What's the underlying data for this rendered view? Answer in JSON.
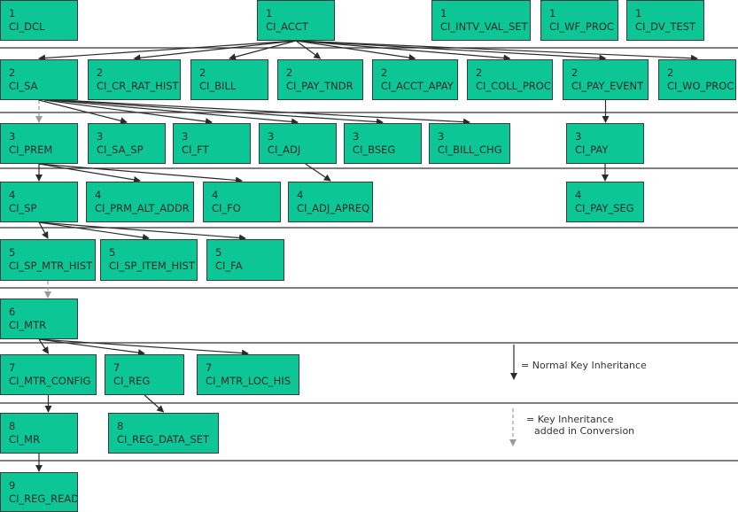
{
  "tables": [
    {
      "id": "dcl",
      "level": "1",
      "name": "CI_DCL"
    },
    {
      "id": "acct",
      "level": "1",
      "name": "CI_ACCT"
    },
    {
      "id": "intv",
      "level": "1",
      "name": "CI_INTV_VAL_SET"
    },
    {
      "id": "wfproc",
      "level": "1",
      "name": "CI_WF_PROC"
    },
    {
      "id": "dvtest",
      "level": "1",
      "name": "CI_DV_TEST"
    },
    {
      "id": "sa",
      "level": "2",
      "name": "CI_SA"
    },
    {
      "id": "crrat",
      "level": "2",
      "name": "CI_CR_RAT_HIST"
    },
    {
      "id": "bill",
      "level": "2",
      "name": "CI_BILL"
    },
    {
      "id": "paytndr",
      "level": "2",
      "name": "CI_PAY_TNDR"
    },
    {
      "id": "acctapay",
      "level": "2",
      "name": "CI_ACCT_APAY"
    },
    {
      "id": "collproc",
      "level": "2",
      "name": "CI_COLL_PROC"
    },
    {
      "id": "payevent",
      "level": "2",
      "name": "CI_PAY_EVENT"
    },
    {
      "id": "woproc",
      "level": "2",
      "name": "CI_WO_PROC"
    },
    {
      "id": "prem",
      "level": "3",
      "name": "CI_PREM"
    },
    {
      "id": "sasp",
      "level": "3",
      "name": "CI_SA_SP"
    },
    {
      "id": "ft",
      "level": "3",
      "name": "CI_FT"
    },
    {
      "id": "adj",
      "level": "3",
      "name": "CI_ADJ"
    },
    {
      "id": "bseg",
      "level": "3",
      "name": "CI_BSEG"
    },
    {
      "id": "billchg",
      "level": "3",
      "name": "CI_BILL_CHG"
    },
    {
      "id": "pay",
      "level": "3",
      "name": "CI_PAY"
    },
    {
      "id": "sp",
      "level": "4",
      "name": "CI_SP"
    },
    {
      "id": "prmalt",
      "level": "4",
      "name": "CI_PRM_ALT_ADDR"
    },
    {
      "id": "fo",
      "level": "4",
      "name": "CI_FO"
    },
    {
      "id": "adjapreq",
      "level": "4",
      "name": "CI_ADJ_APREQ"
    },
    {
      "id": "payseg",
      "level": "4",
      "name": "CI_PAY_SEG"
    },
    {
      "id": "spmtr",
      "level": "5",
      "name": "CI_SP_MTR_HIST"
    },
    {
      "id": "spitem",
      "level": "5",
      "name": "CI_SP_ITEM_HIST"
    },
    {
      "id": "fa",
      "level": "5",
      "name": "CI_FA"
    },
    {
      "id": "mtr",
      "level": "6",
      "name": "CI_MTR"
    },
    {
      "id": "mtrcfg",
      "level": "7",
      "name": "CI_MTR_CONFIG"
    },
    {
      "id": "reg",
      "level": "7",
      "name": "CI_REG"
    },
    {
      "id": "mtrloc",
      "level": "7",
      "name": "CI_MTR_LOC_HIS"
    },
    {
      "id": "mr",
      "level": "8",
      "name": "CI_MR"
    },
    {
      "id": "regdata",
      "level": "8",
      "name": "CI_REG_DATA_SET"
    },
    {
      "id": "regread",
      "level": "9",
      "name": "CI_REG_READ"
    }
  ],
  "edges": [
    {
      "from": "acct",
      "to": "sa",
      "type": "normal"
    },
    {
      "from": "acct",
      "to": "crrat",
      "type": "normal"
    },
    {
      "from": "acct",
      "to": "bill",
      "type": "normal"
    },
    {
      "from": "acct",
      "to": "paytndr",
      "type": "normal"
    },
    {
      "from": "acct",
      "to": "acctapay",
      "type": "normal"
    },
    {
      "from": "acct",
      "to": "collproc",
      "type": "normal"
    },
    {
      "from": "acct",
      "to": "payevent",
      "type": "normal"
    },
    {
      "from": "acct",
      "to": "woproc",
      "type": "normal"
    },
    {
      "from": "sa",
      "to": "prem",
      "type": "conversion"
    },
    {
      "from": "sa",
      "to": "sasp",
      "type": "normal"
    },
    {
      "from": "sa",
      "to": "ft",
      "type": "normal"
    },
    {
      "from": "sa",
      "to": "adj",
      "type": "normal"
    },
    {
      "from": "sa",
      "to": "bseg",
      "type": "normal"
    },
    {
      "from": "sa",
      "to": "billchg",
      "type": "normal"
    },
    {
      "from": "payevent",
      "to": "pay",
      "type": "normal"
    },
    {
      "from": "prem",
      "to": "sp",
      "type": "normal"
    },
    {
      "from": "prem",
      "to": "prmalt",
      "type": "normal"
    },
    {
      "from": "prem",
      "to": "fo",
      "type": "normal"
    },
    {
      "from": "adj",
      "to": "adjapreq",
      "type": "normal"
    },
    {
      "from": "pay",
      "to": "payseg",
      "type": "normal"
    },
    {
      "from": "sp",
      "to": "spmtr",
      "type": "normal"
    },
    {
      "from": "sp",
      "to": "spitem",
      "type": "normal"
    },
    {
      "from": "sp",
      "to": "fa",
      "type": "normal"
    },
    {
      "from": "spmtr",
      "to": "mtr",
      "type": "conversion"
    },
    {
      "from": "mtr",
      "to": "mtrcfg",
      "type": "normal"
    },
    {
      "from": "mtr",
      "to": "reg",
      "type": "normal"
    },
    {
      "from": "mtr",
      "to": "mtrloc",
      "type": "normal"
    },
    {
      "from": "mtrcfg",
      "to": "mr",
      "type": "normal"
    },
    {
      "from": "reg",
      "to": "regdata",
      "type": "normal"
    },
    {
      "from": "mr",
      "to": "regread",
      "type": "normal"
    }
  ],
  "legend": {
    "normal": "= Normal Key Inheritance",
    "conversion_line1": "= Key Inheritance",
    "conversion_line2": "added in Conversion"
  },
  "colors": {
    "box": "#0cc795",
    "normal_arrow": "#2b2b2b",
    "conversion_arrow": "#999999"
  }
}
